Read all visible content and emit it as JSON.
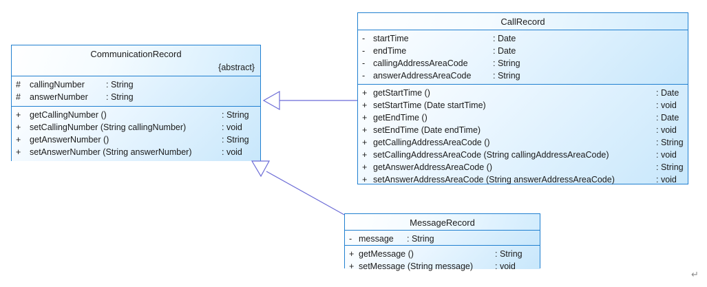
{
  "diagram": {
    "type": "uml-class-diagram",
    "classes": [
      {
        "id": "communication-record",
        "name": "CommunicationRecord",
        "stereotype": "{abstract}",
        "attributes": [
          {
            "visibility": "#",
            "signature": "callingNumber",
            "type": ": String"
          },
          {
            "visibility": "#",
            "signature": "answerNumber",
            "type": ": String"
          }
        ],
        "operations": [
          {
            "visibility": "+",
            "signature": "getCallingNumber ()",
            "type": ": String"
          },
          {
            "visibility": "+",
            "signature": "setCallingNumber (String callingNumber)",
            "type": ": void"
          },
          {
            "visibility": "+",
            "signature": "getAnswerNumber ()",
            "type": ": String"
          },
          {
            "visibility": "+",
            "signature": "setAnswerNumber (String answerNumber)",
            "type": ": void"
          }
        ]
      },
      {
        "id": "call-record",
        "name": "CallRecord",
        "stereotype": "",
        "attributes": [
          {
            "visibility": "-",
            "signature": "startTime",
            "type": ": Date"
          },
          {
            "visibility": "-",
            "signature": "endTime",
            "type": ": Date"
          },
          {
            "visibility": "-",
            "signature": "callingAddressAreaCode",
            "type": ": String"
          },
          {
            "visibility": "-",
            "signature": "answerAddressAreaCode",
            "type": ": String"
          }
        ],
        "operations": [
          {
            "visibility": "+",
            "signature": "getStartTime ()",
            "type": ": Date"
          },
          {
            "visibility": "+",
            "signature": "setStartTime (Date startTime)",
            "type": ": void"
          },
          {
            "visibility": "+",
            "signature": "getEndTime ()",
            "type": ": Date"
          },
          {
            "visibility": "+",
            "signature": "setEndTime (Date endTime)",
            "type": ": void"
          },
          {
            "visibility": "+",
            "signature": "getCallingAddressAreaCode ()",
            "type": ": String"
          },
          {
            "visibility": "+",
            "signature": "setCallingAddressAreaCode (String callingAddressAreaCode)",
            "type": ": void"
          },
          {
            "visibility": "+",
            "signature": "getAnswerAddressAreaCode ()",
            "type": ": String"
          },
          {
            "visibility": "+",
            "signature": "setAnswerAddressAreaCode (String answerAddressAreaCode)",
            "type": ": void"
          }
        ]
      },
      {
        "id": "message-record",
        "name": "MessageRecord",
        "stereotype": "",
        "attributes": [
          {
            "visibility": "-",
            "signature": "message",
            "type": ": String"
          }
        ],
        "operations": [
          {
            "visibility": "+",
            "signature": "getMessage ()",
            "type": ": String"
          },
          {
            "visibility": "+",
            "signature": "setMessage (String message)",
            "type": ": void"
          }
        ]
      }
    ],
    "relationships": [
      {
        "kind": "generalization",
        "from": "call-record",
        "to": "communication-record"
      },
      {
        "kind": "generalization",
        "from": "message-record",
        "to": "communication-record"
      }
    ],
    "marks": {
      "paragraph_mark": "↵"
    },
    "colors": {
      "border": "#1f7fd0",
      "fill_light": "#ffffff",
      "fill_dark": "#c8e7fb",
      "connector": "#6b6bd6",
      "text": "#1a1a1a"
    }
  }
}
